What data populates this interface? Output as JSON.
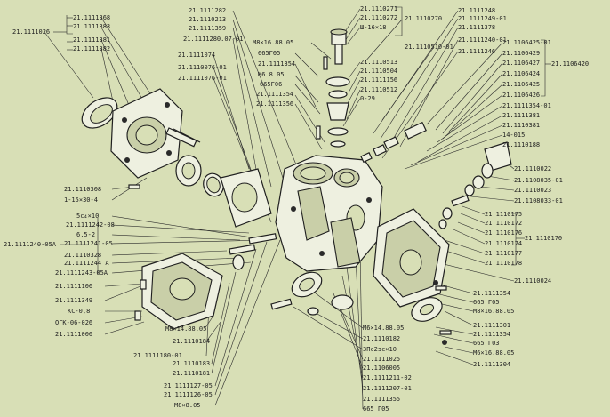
{
  "labels": {
    "l_1111026": "21.1111026",
    "l_1111368": "21.1111368",
    "l_1111383": "21.1111383",
    "l_1111381": "21.1111381",
    "l_1111382": "21.1111382",
    "l_1111282": "21.1111282",
    "l_1110213": "21.1110213",
    "l_1111359": "21.1111359",
    "l_1111280": "21.1111280.07-01",
    "l_1111074": "21.1111074",
    "l_1110076": "21.1110076-01",
    "l_1111076": "21.1111076-01",
    "l_m8_16": "M8×16.88.05",
    "l_665g05a": "665Г05",
    "l_1111354a": "21.1111354",
    "l_m6": "M6.8.05",
    "l_665g06": "665Г06",
    "l_1111354b": "21.1111354",
    "l_1111356": "21.1111356",
    "l_1110271": "21.1110271",
    "l_1110272": "21.1110272",
    "l_sh16": "Ш-16×18",
    "l_1110270": "21.1110270",
    "l_1110513": "21.1110513",
    "l_1110504": "21.1110504",
    "l_1110156": "21.1111156",
    "l_1110512": "21.1110512",
    "l_o29": "0-29",
    "l_1110510": "21.1110510-01",
    "l_1111248": "21.1111248",
    "l_1111249": "21.1111249-01",
    "l_1111378": "21.1111378",
    "l_1111240": "21.1111240-01",
    "l_1111246": "21.1111246",
    "l_1106425": "21.1106425-01",
    "l_1106429": "21.1106429",
    "l_1106427": "21.1106427",
    "l_1106424": "21.1106424",
    "l_1106425b": "21.1106425",
    "l_1106426": "21.1106426",
    "l_1106420": "21.1106420",
    "l_1111354c": "21.1111354-01",
    "l_1111381b": "21.1111381",
    "l_1110381": "21.1110381",
    "l_14015": "14-015",
    "l_1110188": "21.1110188",
    "l_1110022": "21.1110022",
    "l_1108035": "21.1108035-01",
    "l_1110023": "21.1110023",
    "l_1108033": "21.1108033-01",
    "l_1110175": "21.1110175",
    "l_1110172": "21.1110172",
    "l_1110176": "21.1110176",
    "l_1110174": "21.1110174",
    "l_1110170": "21.1110170",
    "l_1110177": "21.1110177",
    "l_1110178": "21.1110178",
    "l_1110024": "21.1110024",
    "l_1111354d": "21.1111354",
    "l_665g05b": "665 Г05",
    "l_m8_16b": "M8×16.88.05",
    "l_1111301": "21.1111301",
    "l_1111354e": "21.1111354",
    "l_665g03": "665 Г03",
    "l_m6_16": "M6×16.88.05",
    "l_1111304": "21.1111304",
    "l_1110308": "21.1110308",
    "l_115304": "1-15×30-4",
    "l_5cd10": "5с₄×10",
    "l_1111242": "21.1111242-08",
    "l_652": "6,5-2",
    "l_1111241": "21.1111241-05",
    "l_1111240a": "21.1111240-05A",
    "l_1110328": "21.1110328",
    "l_1111244": "21.1111244 A",
    "l_1111243": "21.1111243-05A",
    "l_1111106": "21.1111106",
    "l_1111349": "21.1111349",
    "l_kc08": "КС-0,8",
    "l_ogk": "ОГК-06-026",
    "l_1111000": "21.1111000",
    "l_m8_14": "M8×14.88.05",
    "l_1110184": "21.1110184",
    "l_1111180": "21.1111180-01",
    "l_1110183": "21.1110183",
    "l_1110181": "21.1110181",
    "l_1111127": "21.1111127-05",
    "l_1111126": "21.1111126-05",
    "l_m8_6": "M8×8.05",
    "l_m6_14": "M6×14.88.05",
    "l_1110182": "21.1110182",
    "l_3p": "3Пс2зс×10",
    "l_1111025": "21.1111025",
    "l_1106005": "21.1106005",
    "l_1111211": "21.1111211-02",
    "l_1111207": "21.1111207-01",
    "l_1111355": "21.1111355",
    "l_665g05c": "665 Г05"
  },
  "colors": {
    "background": "#d8dfb6",
    "ink": "#222222"
  }
}
